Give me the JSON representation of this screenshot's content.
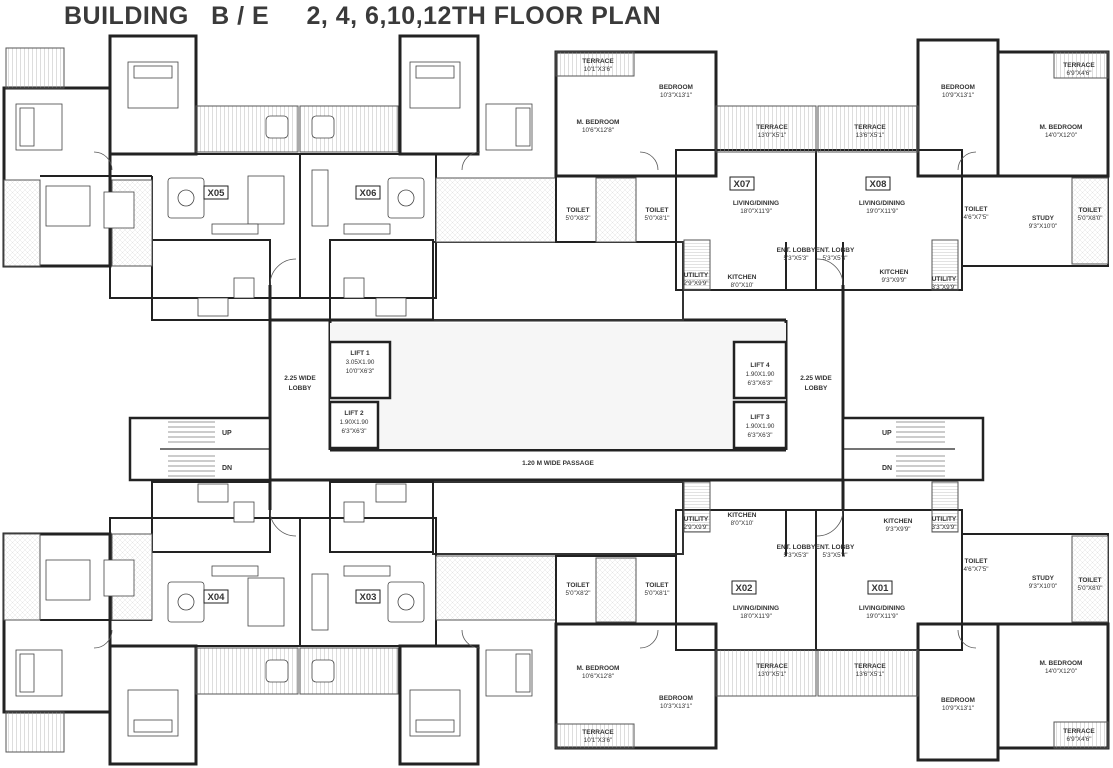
{
  "title": "BUILDING   B / E     2, 4, 6,10,12TH FLOOR PLAN",
  "flats": [
    "X05",
    "X06",
    "X07",
    "X08",
    "X04",
    "X03",
    "X02",
    "X01"
  ],
  "rooms": [
    {
      "name": "TERRACE",
      "dim": "10'1\"X3'6\""
    },
    {
      "name": "BEDROOM",
      "dim": "10'3\"X13'1\""
    },
    {
      "name": "M. BEDROOM",
      "dim": "10'6\"X12'8\""
    },
    {
      "name": "TERRACE",
      "dim": "13'0\"X5'1\""
    },
    {
      "name": "TOILET",
      "dim": "5'0\"X8'2\""
    },
    {
      "name": "TOILET",
      "dim": "5'0\"X8'1\""
    },
    {
      "name": "LIVING/DINING",
      "dim": "18'0\"X11'9\""
    },
    {
      "name": "ENT. LOBBY",
      "dim": "5'3\"X5'3\""
    },
    {
      "name": "KITCHEN",
      "dim": "8'0\"X10'"
    },
    {
      "name": "UTILITY",
      "dim": "2'9\"X9'9\""
    },
    {
      "name": "TERRACE",
      "dim": "13'6\"X5'1\""
    },
    {
      "name": "BEDROOM",
      "dim": "10'9\"X13'1\""
    },
    {
      "name": "TERRACE",
      "dim": "6'9\"X4'6\""
    },
    {
      "name": "M. BEDROOM",
      "dim": "14'0\"X12'0\""
    },
    {
      "name": "LIVING/DINING",
      "dim": "19'0\"X11'9\""
    },
    {
      "name": "TOILET",
      "dim": "4'6\"X7'5\""
    },
    {
      "name": "STUDY",
      "dim": "9'3\"X10'0\""
    },
    {
      "name": "TOILET",
      "dim": "5'0\"X8'0\""
    },
    {
      "name": "ENT. LOBBY",
      "dim": "5'3\"X5'3\""
    },
    {
      "name": "KITCHEN",
      "dim": "9'3\"X9'9\""
    },
    {
      "name": "UTILITY",
      "dim": "3'3\"X9'9\""
    },
    {
      "name": "UTILITY",
      "dim": "2'9\"X9'9\""
    },
    {
      "name": "KITCHEN",
      "dim": "8'0\"X10'"
    },
    {
      "name": "ENT. LOBBY",
      "dim": "5'3\"X5'3\""
    },
    {
      "name": "TOILET",
      "dim": "5'0\"X8'2\""
    },
    {
      "name": "TOILET",
      "dim": "5'0\"X8'1\""
    },
    {
      "name": "LIVING/DINING",
      "dim": "18'0\"X11'9\""
    },
    {
      "name": "M. BEDROOM",
      "dim": "10'6\"X12'8\""
    },
    {
      "name": "TERRACE",
      "dim": "13'0\"X5'1\""
    },
    {
      "name": "BEDROOM",
      "dim": "10'3\"X13'1\""
    },
    {
      "name": "TERRACE",
      "dim": "10'1\"X3'6\""
    },
    {
      "name": "ENT. LOBBY",
      "dim": "5'3\"X5'3\""
    },
    {
      "name": "KITCHEN",
      "dim": "9'3\"X9'9\""
    },
    {
      "name": "UTILITY",
      "dim": "3'3\"X9'9\""
    },
    {
      "name": "TOILET",
      "dim": "4'6\"X7'5\""
    },
    {
      "name": "STUDY",
      "dim": "9'3\"X10'0\""
    },
    {
      "name": "TOILET",
      "dim": "5'0\"X8'0\""
    },
    {
      "name": "LIVING/DINING",
      "dim": "19'0\"X11'9\""
    },
    {
      "name": "TERRACE",
      "dim": "13'6\"X5'1\""
    },
    {
      "name": "M. BEDROOM",
      "dim": "14'0\"X12'0\""
    },
    {
      "name": "BEDROOM",
      "dim": "10'9\"X13'1\""
    },
    {
      "name": "TERRACE",
      "dim": "6'9\"X4'6\""
    }
  ],
  "lifts": [
    {
      "name": "LIFT 1",
      "size": "3.05X1.90",
      "dim": "10'0\"X6'3\""
    },
    {
      "name": "LIFT 2",
      "size": "1.90X1.90",
      "dim": "6'3\"X6'3\""
    },
    {
      "name": "LIFT 4",
      "size": "1.90X1.90",
      "dim": "6'3\"X6'3\""
    },
    {
      "name": "LIFT 3",
      "size": "1.90X1.90",
      "dim": "6'3\"X6'3\""
    }
  ],
  "lobbies": [
    {
      "line1": "2.25 WIDE",
      "line2": "LOBBY"
    },
    {
      "line1": "2.25 WIDE",
      "line2": "LOBBY"
    }
  ],
  "passage": "1.20 M WIDE PASSAGE",
  "stairs": {
    "up": "UP",
    "dn": "DN"
  }
}
